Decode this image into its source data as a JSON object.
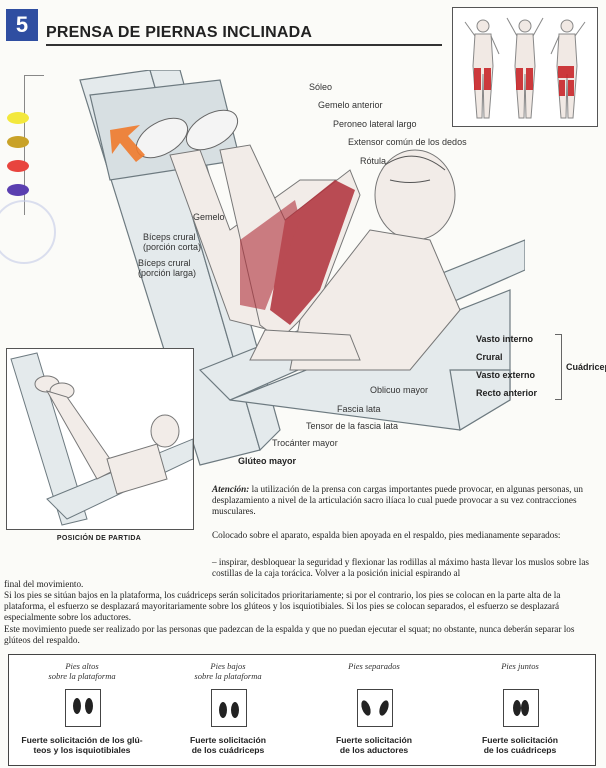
{
  "header": {
    "number": "5",
    "title": "PRENSA DE PIERNAS INCLINADA"
  },
  "colors": {
    "badge": "#2f4ea1",
    "muscle_highlight": "#c8262a",
    "color_key": [
      "#f3e83c",
      "#c9a228",
      "#e8443e",
      "#5a3fb0"
    ]
  },
  "muscle_labels": {
    "soleo": "Sóleo",
    "gemelo_anterior": "Gemelo anterior",
    "peroneo": "Peroneo lateral largo",
    "extensor": "Extensor común de los dedos",
    "rotula": "Rótula",
    "gemelo": "Gemelo",
    "biceps_corta": "Bíceps crural\n(porción corta)",
    "biceps_larga": "Bíceps crural\n(porción larga)",
    "vasto_interno": "Vasto interno",
    "crural": "Crural",
    "vasto_externo": "Vasto externo",
    "recto_anterior": "Recto anterior",
    "cuadriceps": "Cuádriceps",
    "oblicuo": "Oblicuo mayor",
    "fascia": "Fascia lata",
    "tensor": "Tensor de la fascia lata",
    "trocanter": "Trocánter mayor",
    "gluteo": "Glúteo mayor"
  },
  "start_position": {
    "caption": "POSICIÓN DE PARTIDA"
  },
  "text": {
    "atencion_label": "Atención:",
    "atencion_body": " la utilización de la prensa con cargas importantes puede provocar, en algunas personas, un desplazamiento a nivel de la articulación sacro ilíaca lo cual puede provocar a su vez contracciones musculares.",
    "p1": "Colocado sobre el aparato, espalda bien apoyada en el respaldo, pies medianamente separados:",
    "p2": "– inspirar, desbloquear la seguridad y flexionar las rodillas al máximo hasta llevar los muslos sobre las costillas de la caja torácica. Volver a la posición inicial espirando al",
    "p3": "final del movimiento.",
    "p4": "Si los pies se sitúan bajos en la plataforma, los cuádriceps serán solicitados prioritariamente; si por el contrario, los pies se colocan en la parte alta de la plataforma, el esfuerzo se desplazará mayoritariamente sobre los glúteos y los isquiotibiales. Si los pies se colocan separados, el esfuerzo se desplazará especialmente sobre los aductores.",
    "p5": "Este movimiento puede ser realizado por las personas que padezcan de la espalda y que no puedan ejecutar el squat; no obstante, nunca deberán separar los glúteos del respaldo."
  },
  "foot_positions": [
    {
      "top": "Pies altos\nsobre la plataforma",
      "bottom": "Fuerte solicitación de los glú-\nteos y los isquiotibiales"
    },
    {
      "top": "Pies bajos\nsobre la plataforma",
      "bottom": "Fuerte solicitación\nde los cuádriceps"
    },
    {
      "top": "Pies separados",
      "bottom": "Fuerte solicitación\nde los aductores"
    },
    {
      "top": "Pies juntos",
      "bottom": "Fuerte solicitación\nde los cuádriceps"
    }
  ]
}
